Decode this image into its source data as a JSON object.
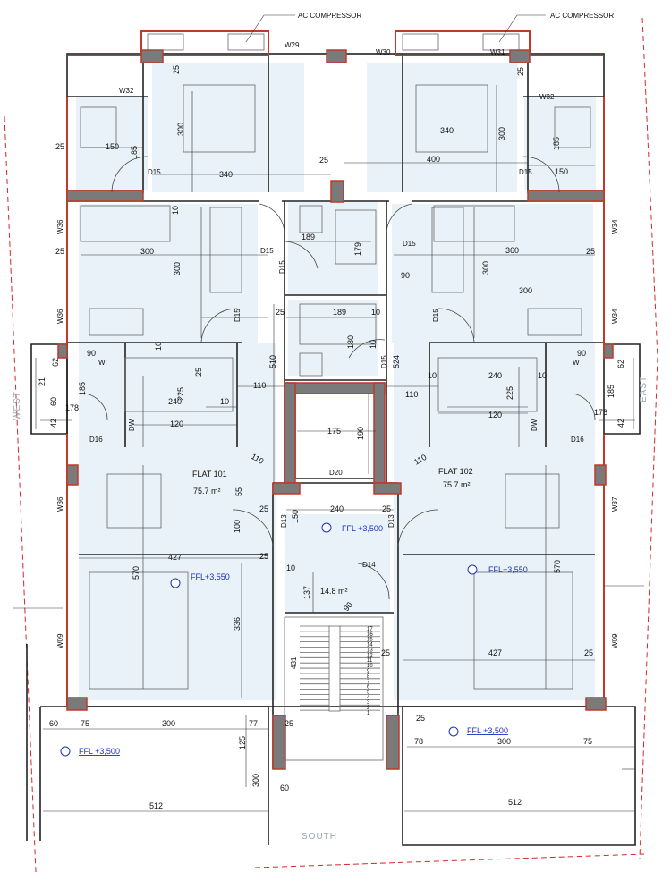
{
  "compass": {
    "west": "WEST",
    "east": "EAST",
    "south": "SOUTH"
  },
  "equipment": {
    "ac_left": "AC COMPRESSOR",
    "ac_right": "AC COMPRESSOR"
  },
  "flats": [
    {
      "name": "FLAT 101",
      "area": "75.7 m²",
      "ffl": "FFL+3,550",
      "terrace_ffl": "FFL +3,500"
    },
    {
      "name": "FLAT 102",
      "area": "75.7 m²",
      "ffl": "FFL+3,550",
      "terrace_ffl": "FFL +3,500"
    }
  ],
  "core": {
    "landing_ffl": "FFL +3,500",
    "landing_area": "14.8 m²"
  },
  "windows": [
    "W29",
    "W30",
    "W31",
    "W32",
    "W32",
    "W36",
    "W36",
    "W34",
    "W34",
    "W36",
    "W37",
    "W09",
    "W09"
  ],
  "doors": [
    "D15",
    "D15",
    "D15",
    "D15",
    "D15",
    "D15",
    "D15",
    "D15",
    "D16",
    "D16",
    "D20",
    "D13",
    "D13",
    "D14"
  ],
  "appliances": [
    "W",
    "W",
    "DW",
    "DW"
  ],
  "stair_steps": [
    "1",
    "2",
    "3",
    "4",
    "5",
    "6",
    "7",
    "8",
    "9",
    "10",
    "11",
    "12",
    "13",
    "14",
    "15",
    "16",
    "17"
  ],
  "stair_width": "431",
  "dimensions": {
    "top": [
      "25",
      "300",
      "340",
      "25",
      "340",
      "400",
      "300",
      "25"
    ],
    "bedrooms": [
      "150",
      "185",
      "25",
      "300",
      "300",
      "10",
      "189",
      "179",
      "90",
      "360",
      "300",
      "25",
      "300",
      "185",
      "150",
      "25"
    ],
    "middle": [
      "25",
      "189",
      "10",
      "180",
      "10",
      "524",
      "510",
      "10",
      "25",
      "10"
    ],
    "kitchens": [
      "62",
      "90",
      "21",
      "185",
      "60",
      "178",
      "42",
      "225",
      "240",
      "110",
      "120",
      "10",
      "175",
      "190",
      "110",
      "240",
      "225",
      "120",
      "10",
      "90",
      "62",
      "185",
      "178",
      "42"
    ],
    "living": [
      "110",
      "55",
      "25",
      "240",
      "150",
      "25",
      "110",
      "100",
      "427",
      "570",
      "25",
      "10",
      "137",
      "90",
      "336",
      "25",
      "427",
      "570",
      "25"
    ],
    "terrace": [
      "60",
      "75",
      "300",
      "77",
      "125",
      "25",
      "300",
      "60",
      "512",
      "78",
      "300",
      "75",
      "25",
      "512"
    ]
  }
}
